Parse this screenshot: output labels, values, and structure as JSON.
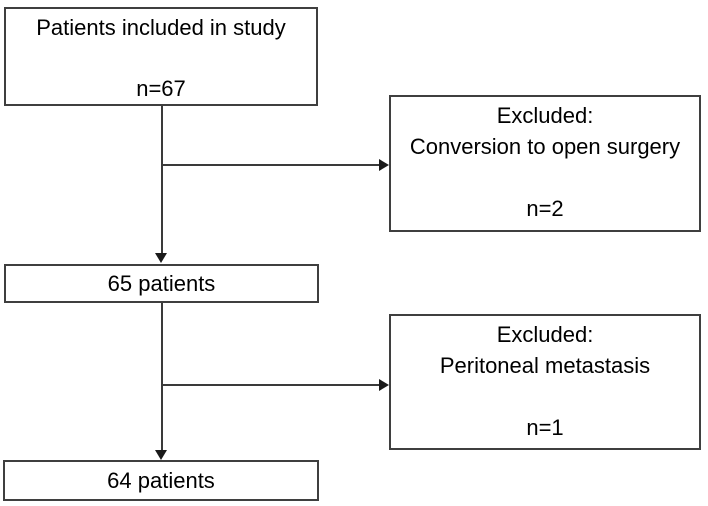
{
  "diagram": {
    "type": "patient-flowchart",
    "colors": {
      "background": "#ffffff",
      "box_border": "#3f3f3f",
      "connector_line": "#3a3a3a",
      "arrowhead": "#1a1a1a",
      "text": "#000000"
    },
    "nodes": {
      "included": {
        "title": "Patients included in study",
        "count": "n=67"
      },
      "excluded_conversion": {
        "header": "Excluded:",
        "reason": "Conversion to open surgery",
        "count": "n=2"
      },
      "after_first_exclusion": {
        "label": "65 patients"
      },
      "excluded_peritoneal": {
        "header": "Excluded:",
        "reason": "Peritoneal metastasis",
        "count": "n=1"
      },
      "after_second_exclusion": {
        "label": "64 patients"
      }
    }
  }
}
